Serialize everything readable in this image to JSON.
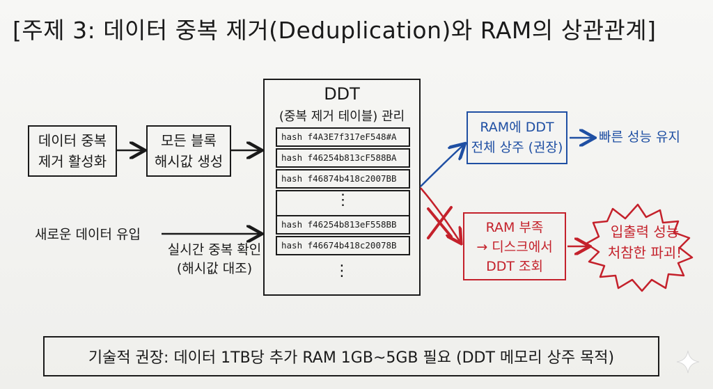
{
  "title": "[주제 3: 데이터 중복 제거(Deduplication)와 RAM의 상관관계]",
  "steps": {
    "enable": "데이터 중복\n제거 활성화",
    "hash": "모든 블록\n해시값 생성"
  },
  "ddt": {
    "title": "DDT",
    "subtitle": "(중복 제거 테이블) 관리",
    "rows_top": [
      "hash f4A3E7f317eF548#A",
      "hash f46254b813cF588BA",
      "hash f46874b418c2007BB"
    ],
    "rows_bottom": [
      "hash f46254b813eF558BB",
      "hash f46674b418c20078B"
    ],
    "dots": "⋮"
  },
  "incoming": {
    "label": "새로운 데이터 유입",
    "check": "실시간 중복 확인\n(해시값 대조)"
  },
  "good_path": {
    "box": "RAM에 DDT\n전체 상주 (권장)",
    "result": "빠른 성능 유지",
    "color": "#1f4fa3"
  },
  "bad_path": {
    "box": "RAM 부족\n→ 디스크에서\nDDT 조회",
    "result": "입출력 성능\n처참한 파괴!",
    "color": "#c4212b"
  },
  "recommendation": "기술적 권장: 데이터 1TB당 추가 RAM 1GB~5GB 필요 (DDT 메모리 상주 목적)"
}
